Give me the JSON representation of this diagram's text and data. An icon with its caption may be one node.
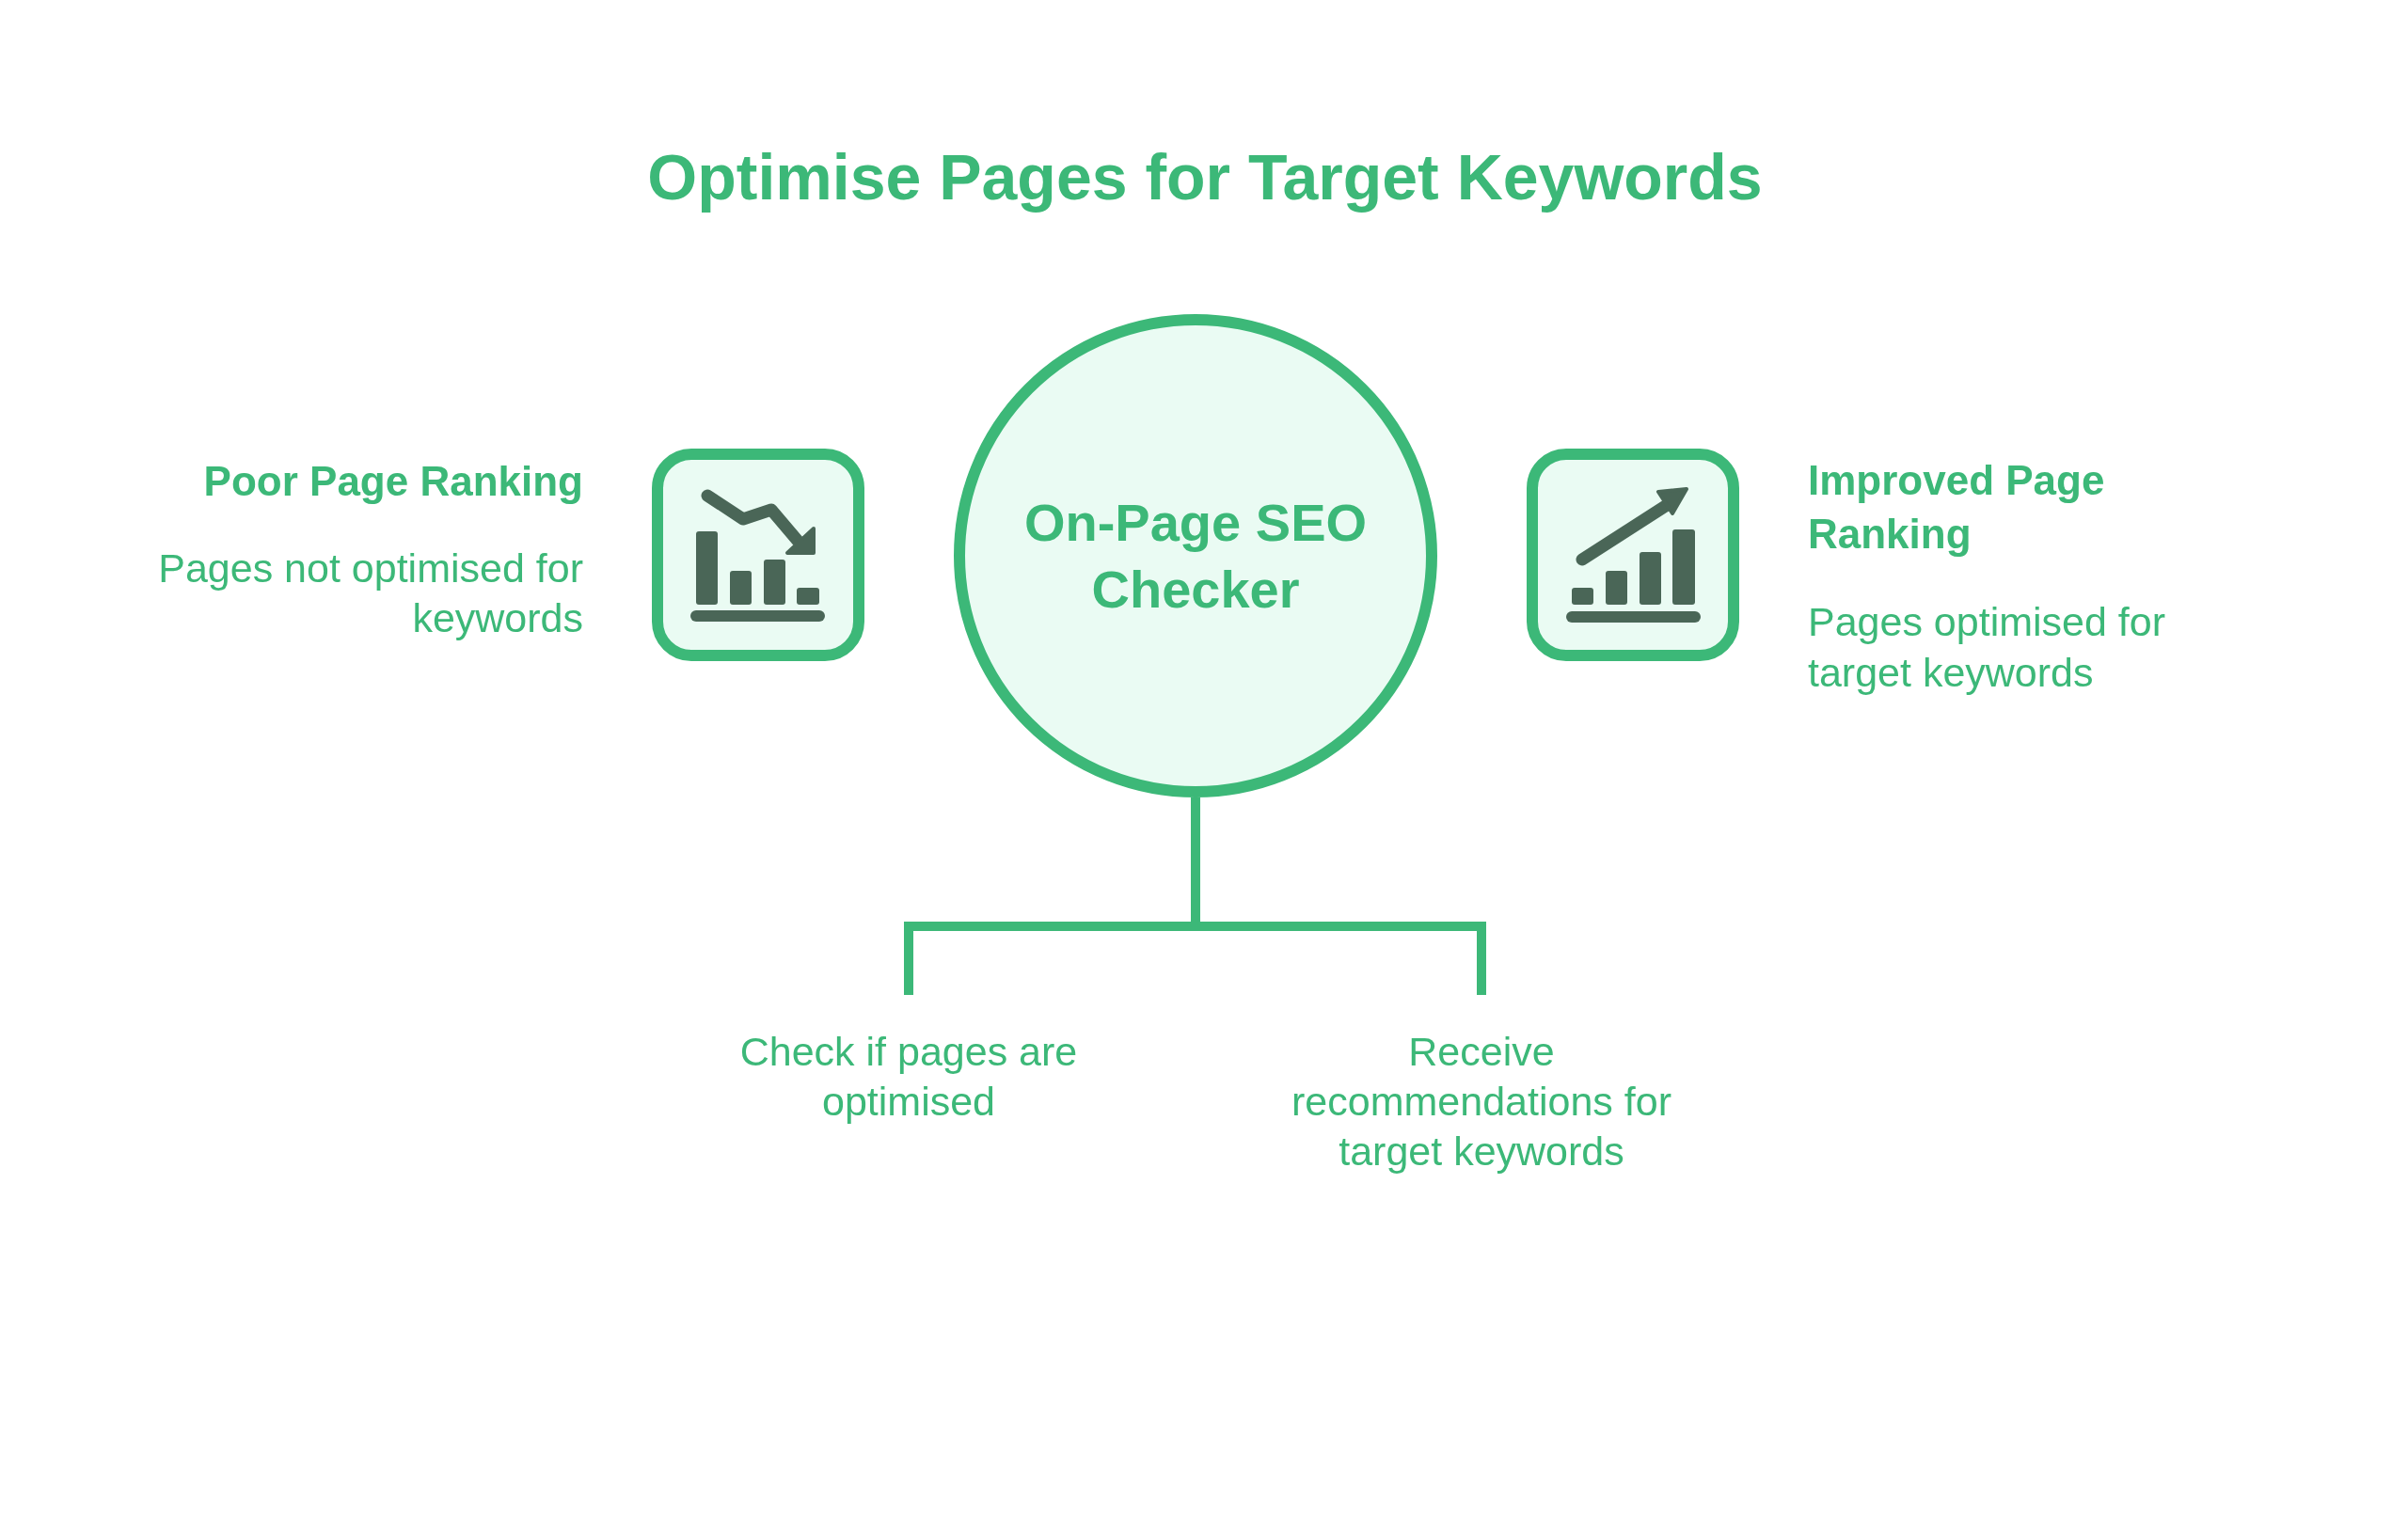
{
  "diagram": {
    "title": "Optimise Pages for Target Keywords",
    "nodes": [
      {
        "text": [
          "On-Page SEO Checker"
        ]
      },
      {
        "text": [
          "Check if pages are optimised"
        ]
      },
      {
        "text": [
          "Receive recommendations for target keywords"
        ]
      }
    ],
    "edges": [
      {
        "from": 0,
        "to": 1,
        "arrow": "none"
      },
      {
        "from": 0,
        "to": 2,
        "arrow": "none"
      }
    ],
    "labels": [
      "Poor Page Ranking",
      "Pages not optimised for keywords",
      "Improved Page Ranking",
      "Pages optimised for target keywords"
    ]
  }
}
